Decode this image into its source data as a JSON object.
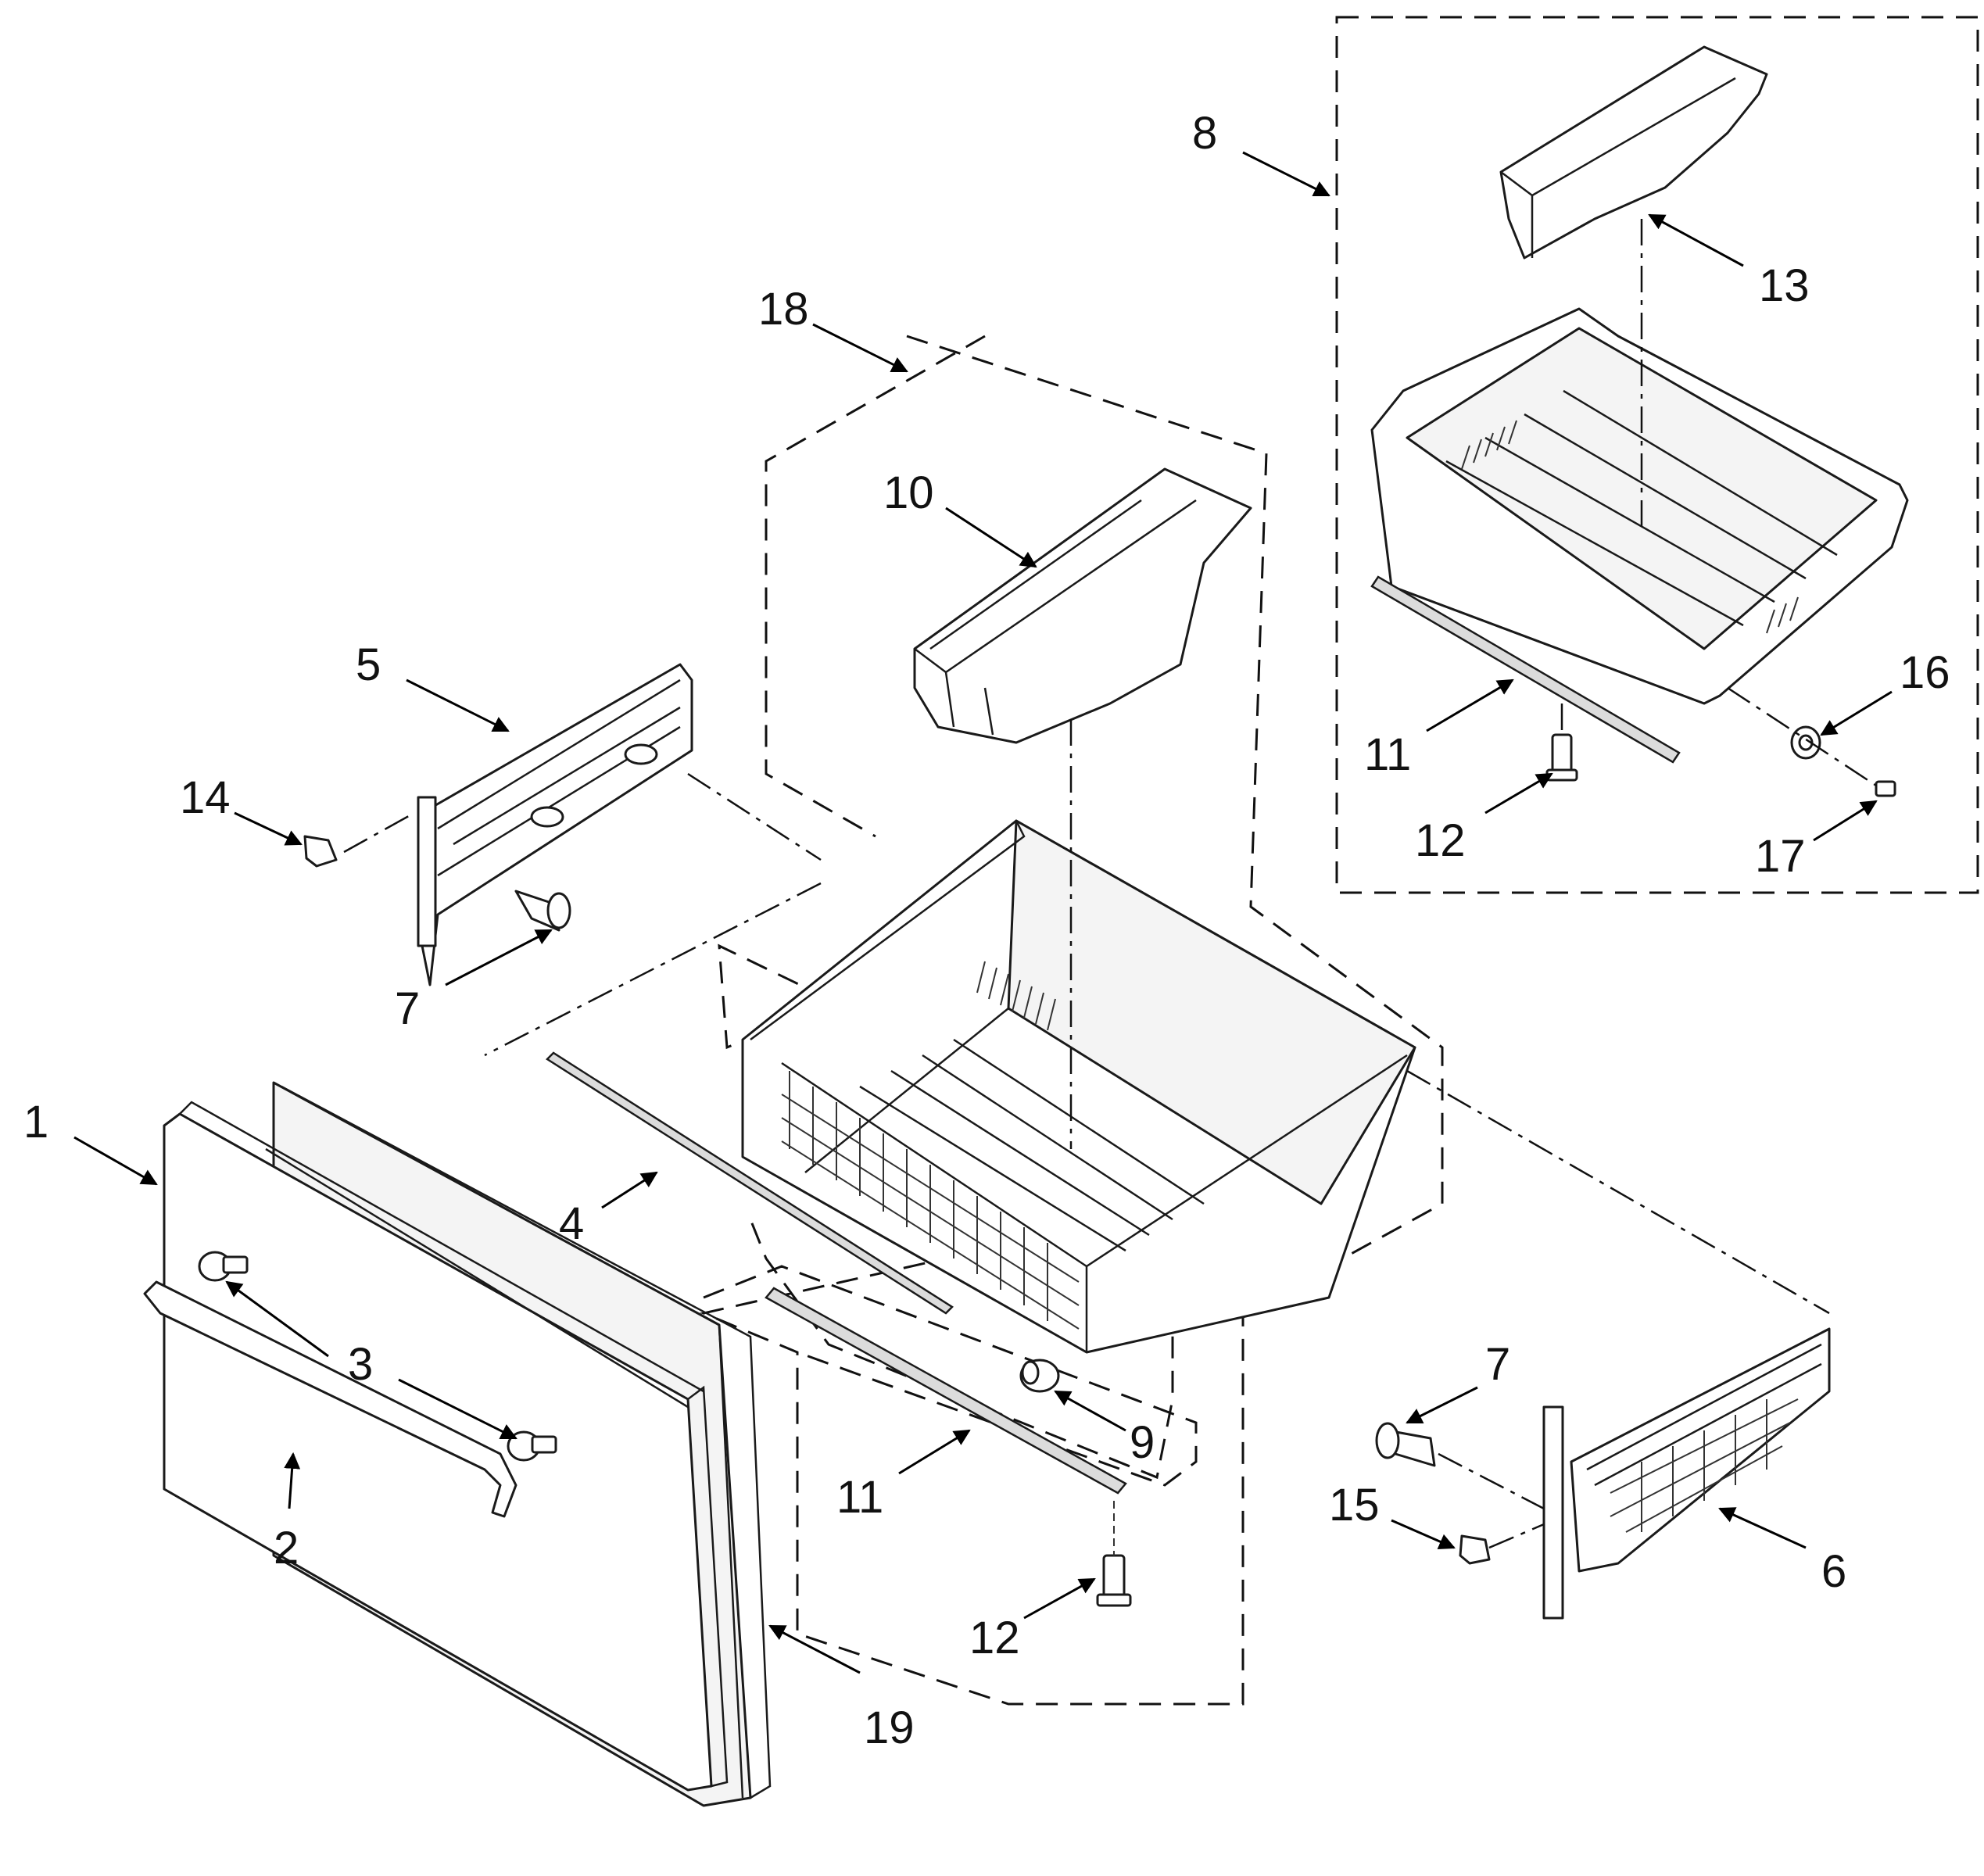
{
  "callouts": [
    {
      "id": "c1",
      "label": "1"
    },
    {
      "id": "c2",
      "label": "2"
    },
    {
      "id": "c3",
      "label": "3"
    },
    {
      "id": "c4",
      "label": "4"
    },
    {
      "id": "c5",
      "label": "5"
    },
    {
      "id": "c6",
      "label": "6"
    },
    {
      "id": "c7a",
      "label": "7"
    },
    {
      "id": "c7b",
      "label": "7"
    },
    {
      "id": "c8",
      "label": "8"
    },
    {
      "id": "c9",
      "label": "9"
    },
    {
      "id": "c10",
      "label": "10"
    },
    {
      "id": "c11a",
      "label": "11"
    },
    {
      "id": "c11b",
      "label": "11"
    },
    {
      "id": "c12a",
      "label": "12"
    },
    {
      "id": "c12b",
      "label": "12"
    },
    {
      "id": "c13",
      "label": "13"
    },
    {
      "id": "c14",
      "label": "14"
    },
    {
      "id": "c15",
      "label": "15"
    },
    {
      "id": "c16",
      "label": "16"
    },
    {
      "id": "c17",
      "label": "17"
    },
    {
      "id": "c18",
      "label": "18"
    },
    {
      "id": "c19",
      "label": "19"
    }
  ]
}
